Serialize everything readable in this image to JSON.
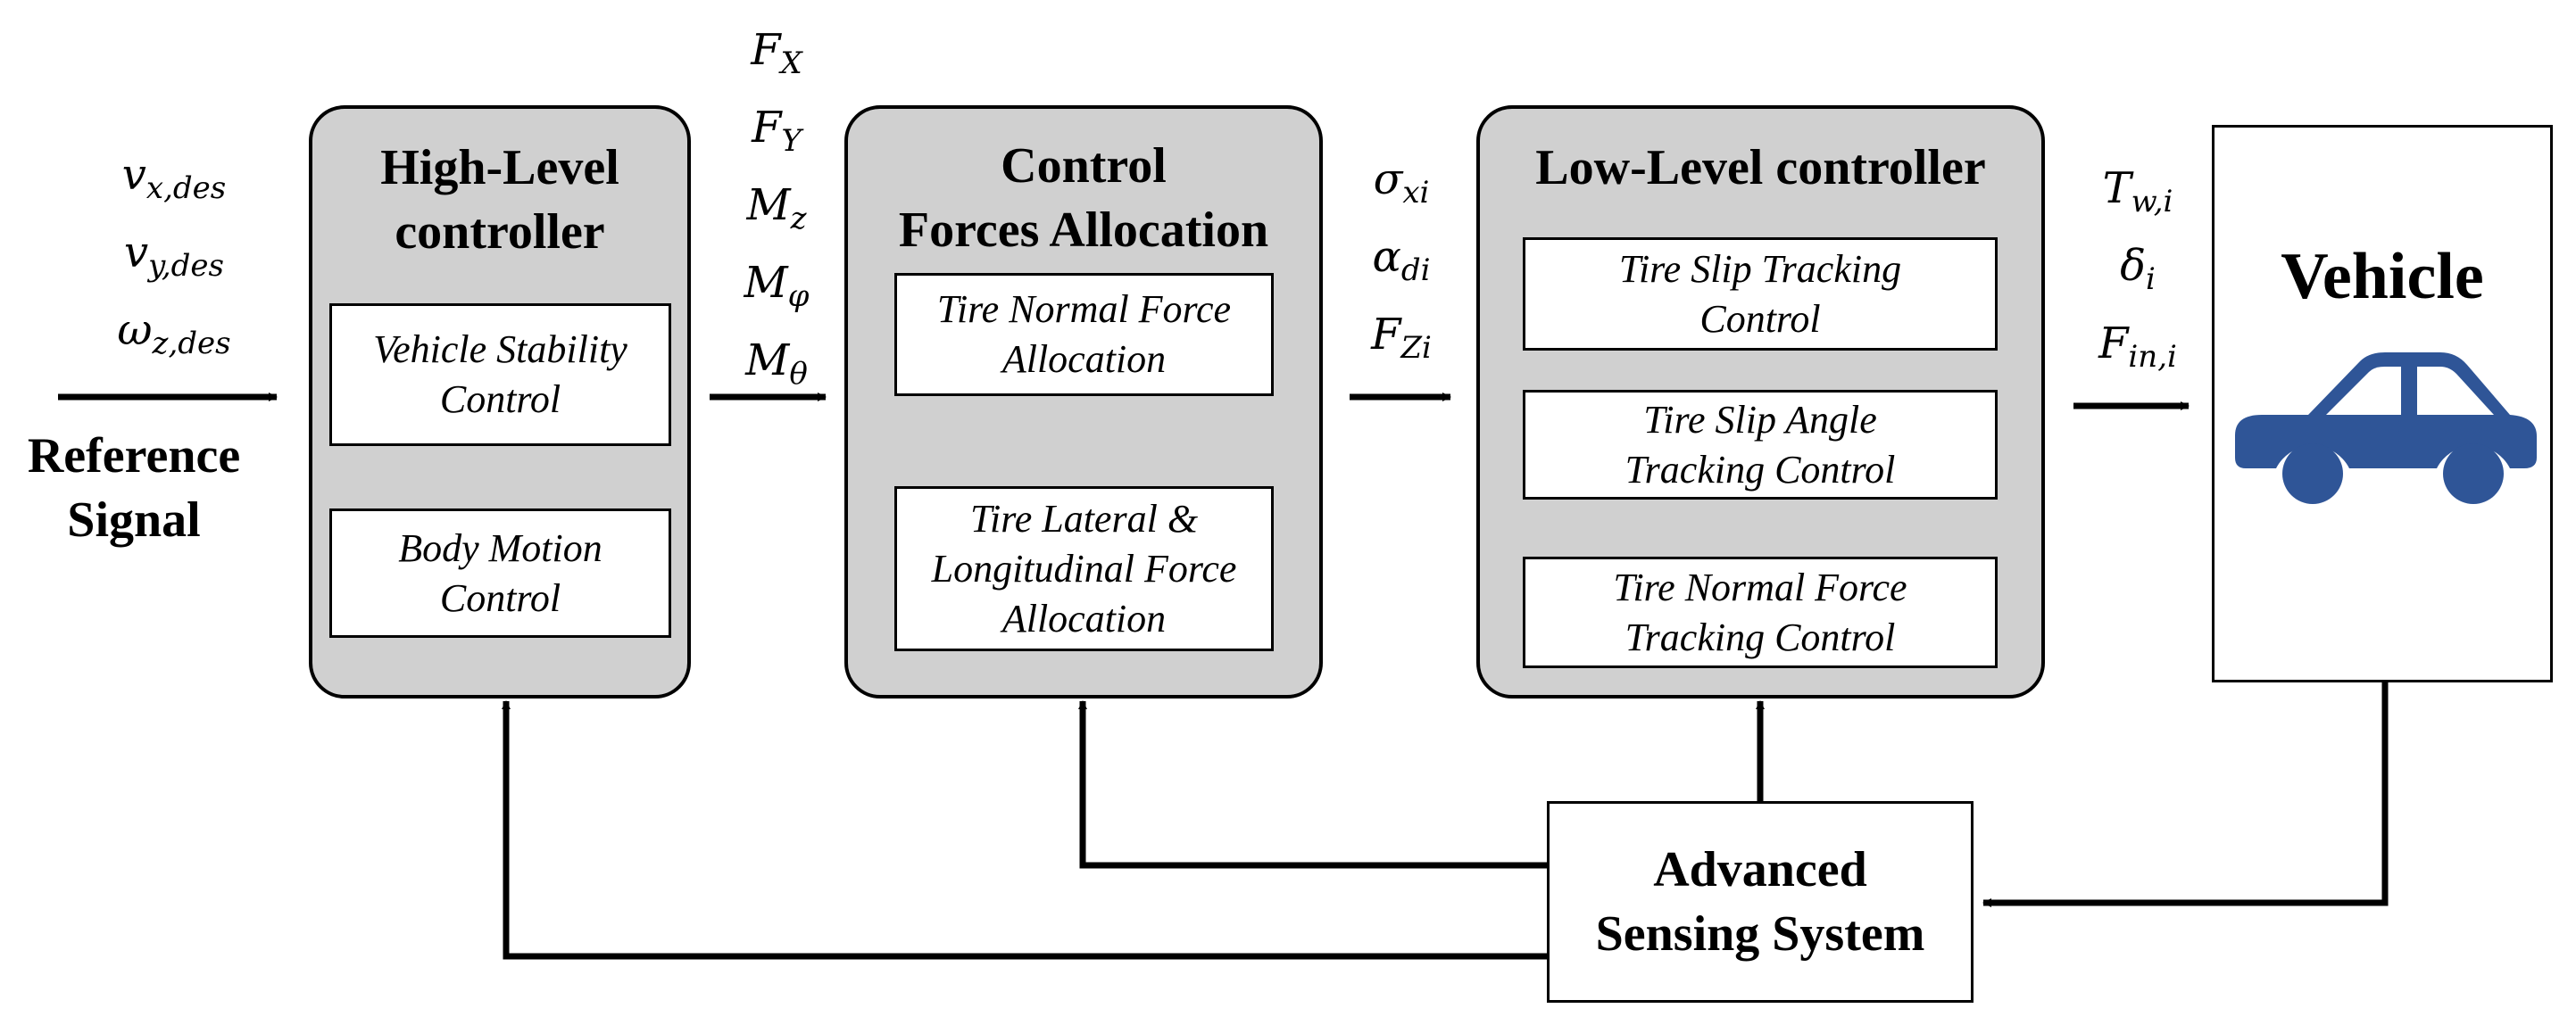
{
  "reference": {
    "v_x": "v",
    "v_x_sub": "x,des",
    "v_y": "v",
    "v_y_sub": "y,des",
    "omega_z": "ω",
    "omega_z_sub": "z,des",
    "label_line1": "Reference",
    "label_line2": "Signal"
  },
  "high_level": {
    "title_line1": "High-Level",
    "title_line2": "controller",
    "box1_line1": "Vehicle Stability",
    "box1_line2": "Control",
    "box2_line1": "Body Motion",
    "box2_line2": "Control"
  },
  "forces_signals": {
    "fx": "F",
    "fx_sub": "X",
    "fy": "F",
    "fy_sub": "Y",
    "mz": "M",
    "mz_sub": "z",
    "mphi": "M",
    "mphi_sub": "φ",
    "mtheta": "M",
    "mtheta_sub": "θ"
  },
  "allocation": {
    "title_line1": "Control",
    "title_line2": "Forces Allocation",
    "box1_line1": "Tire Normal Force",
    "box1_line2": "Allocation",
    "box2_line1": "Tire Lateral &",
    "box2_line2": "Longitudinal Force",
    "box2_line3": "Allocation"
  },
  "slip_signals": {
    "sigma": "σ",
    "sigma_sub": "xi",
    "alpha": "α",
    "alpha_sub": "di",
    "fz": "F",
    "fz_sub": "Zi"
  },
  "low_level": {
    "title": "Low-Level controller",
    "box1_line1": "Tire Slip Tracking",
    "box1_line2": "Control",
    "box2_line1": "Tire Slip Angle",
    "box2_line2": "Tracking Control",
    "box3_line1": "Tire Normal Force",
    "box3_line2": "Tracking Control"
  },
  "actuator_signals": {
    "tw": "T",
    "tw_sub": "w,i",
    "delta": "δ",
    "delta_sub": "i",
    "fin": "F",
    "fin_sub": "in,i"
  },
  "vehicle": {
    "title": "Vehicle",
    "icon": "car-icon",
    "icon_color": "#2f5597"
  },
  "sensing": {
    "line1": "Advanced",
    "line2": "Sensing System"
  }
}
